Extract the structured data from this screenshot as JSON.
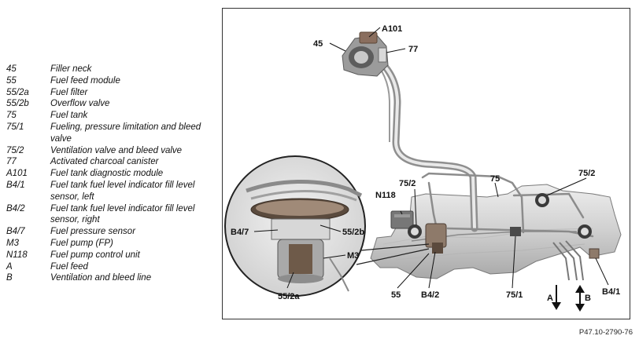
{
  "legend": [
    {
      "code": "45",
      "desc": "Filler neck"
    },
    {
      "code": "55",
      "desc": "Fuel feed module"
    },
    {
      "code": "55/2a",
      "desc": "Fuel filter"
    },
    {
      "code": "55/2b",
      "desc": "Overflow valve"
    },
    {
      "code": "75",
      "desc": "Fuel tank"
    },
    {
      "code": "75/1",
      "desc": "Fueling, pressure limitation and bleed valve"
    },
    {
      "code": "75/2",
      "desc": "Ventilation valve and bleed valve"
    },
    {
      "code": "77",
      "desc": "Activated charcoal canister"
    },
    {
      "code": "A101",
      "desc": "Fuel tank diagnostic module"
    },
    {
      "code": "B4/1",
      "desc": "Fuel tank fuel level indicator fill level sensor, left"
    },
    {
      "code": "B4/2",
      "desc": "Fuel tank fuel level indicator fill level sensor, right"
    },
    {
      "code": "B4/7",
      "desc": "Fuel pressure sensor"
    },
    {
      "code": "M3",
      "desc": "Fuel pump (FP)"
    },
    {
      "code": "N118",
      "desc": "Fuel pump control unit"
    },
    {
      "code": "A",
      "desc": "Fuel feed"
    },
    {
      "code": "B",
      "desc": "Ventilation and bleed line"
    }
  ],
  "callouts": {
    "c45": "45",
    "cA101": "A101",
    "c77": "77",
    "c75_2_left": "75/2",
    "c75": "75",
    "c75_2_right": "75/2",
    "cN118": "N118",
    "cB4_7": "B4/7",
    "c55_2b": "55/2b",
    "cM3": "M3",
    "c55_2a": "55/2a",
    "c55": "55",
    "cB4_2": "B4/2",
    "c75_1": "75/1",
    "cA": "A",
    "cB": "B",
    "cB4_1": "B4/1"
  },
  "figure_code": "P47.10-2790-76"
}
